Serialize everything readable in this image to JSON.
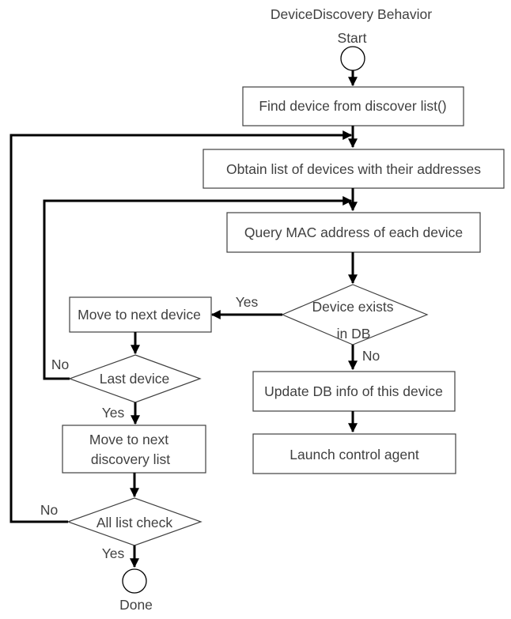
{
  "title": "DeviceDiscovery Behavior",
  "start_label": "Start",
  "done_label": "Done",
  "steps": {
    "find_device": "Find device from discover list()",
    "obtain_list": "Obtain list of devices with their addresses",
    "query_mac": "Query MAC address of each device",
    "move_next_device": "Move to next device",
    "move_next_list_line1": "Move to next",
    "move_next_list_line2": "discovery list",
    "update_db": "Update DB info of this device",
    "launch_agent": "Launch control agent"
  },
  "decisions": {
    "device_exists_line1": "Device exists",
    "device_exists_line2": "in DB",
    "last_device": "Last device",
    "all_list_check": "All list check"
  },
  "edge_labels": {
    "exists_yes": "Yes",
    "exists_no": "No",
    "last_no": "No",
    "last_yes": "Yes",
    "all_no": "No",
    "all_yes": "Yes"
  }
}
